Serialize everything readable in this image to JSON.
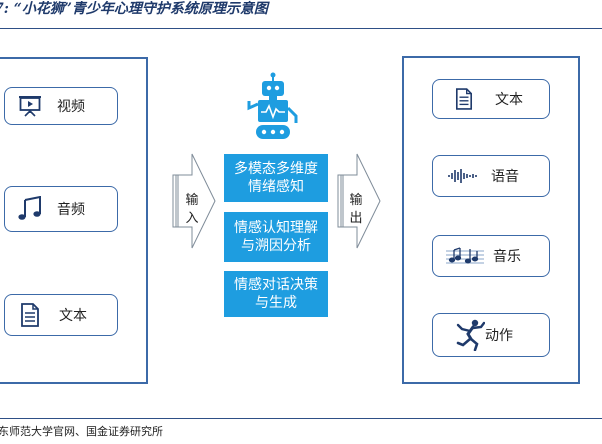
{
  "caption": "7:  “小花狮”青少年心理守护系统原理示意图",
  "source": "东师范大学官网、国金证券研究所",
  "colors": {
    "accent": "#1e9de0",
    "frame": "#3c6aa8",
    "rule": "#2e4f86",
    "robot": "#1e9de0"
  },
  "inputs": {
    "items": [
      {
        "icon": "presentation-icon",
        "label": "视频"
      },
      {
        "icon": "music-note-icon",
        "label": "音频"
      },
      {
        "icon": "document-icon",
        "label": "文本"
      }
    ]
  },
  "input_arrow": {
    "chars": [
      "输",
      "入"
    ]
  },
  "process": {
    "icon": "robot-icon",
    "steps": [
      {
        "line1": "多模态多维度",
        "line2": "情绪感知"
      },
      {
        "line1": "情感认知理解",
        "line2": "与溯因分析"
      },
      {
        "line1": "情感对话决策",
        "line2": "与生成"
      }
    ]
  },
  "output_arrow": {
    "chars": [
      "输",
      "出"
    ]
  },
  "outputs": {
    "items": [
      {
        "icon": "document-icon",
        "label": "文本"
      },
      {
        "icon": "sound-wave-icon",
        "label": "语音"
      },
      {
        "icon": "music-score-icon",
        "label": "音乐"
      },
      {
        "icon": "dancer-icon",
        "label": "动作"
      }
    ]
  }
}
